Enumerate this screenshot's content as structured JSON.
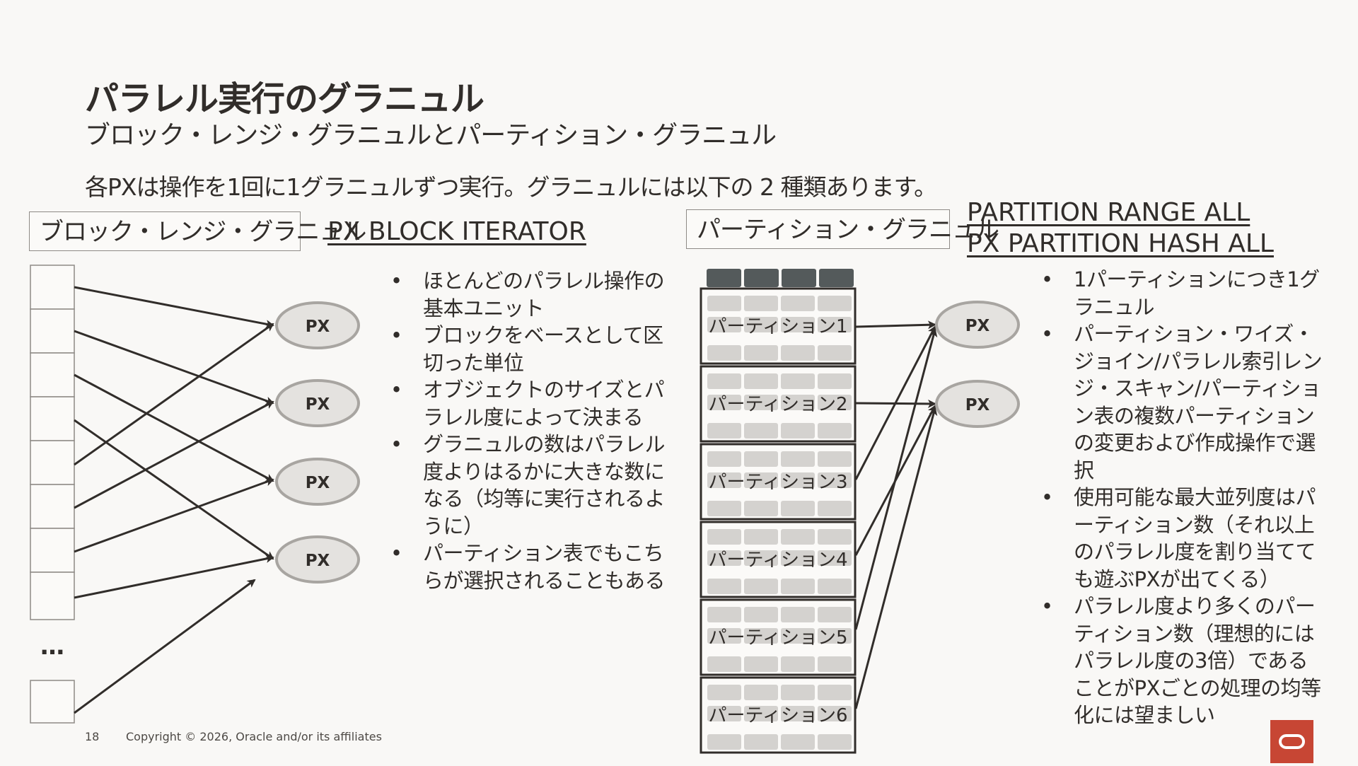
{
  "title": "パラレル実行のグラニュル",
  "subtitle": "ブロック・レンジ・グラニュルとパーティション・グラニュル",
  "intro": "各PXは操作を1回に1グラニュルずつ実行。グラニュルには以下の 2 種類あります。",
  "left_panel": {
    "box_label": "ブロック・レンジ・グラニュル",
    "iterator_label": "PX BLOCK ITERATOR",
    "ellipsis": "…",
    "px_label": "PX",
    "bullets": [
      "ほとんどのパラレル操作の基本ユニット",
      "ブロックをベースとして区切った単位",
      "オブジェクトのサイズとパラレル度によって決まる",
      "グラニュルの数はパラレル度よりはるかに大きな数になる（均等に実行されるように）",
      "パーティション表でもこちらが選択されることもある"
    ]
  },
  "right_panel": {
    "box_label": "パーティション・グラニュル",
    "iterator_label_1": "PARTITION RANGE ALL",
    "iterator_label_2": "PX PARTITION HASH ALL",
    "px_label": "PX",
    "partitions": [
      "パーティション1",
      "パーティション2",
      "パーティション3",
      "パーティション4",
      "パーティション5",
      "パーティション6"
    ],
    "bullets": [
      "1パーティションにつき1グラニュル",
      "パーティション・ワイズ・ジョイン/パラレル索引レンジ・スキャン/パーティション表の複数パーティションの変更および作成操作で選択",
      "使用可能な最大並列度はパーティション数（それ以上のパラレル度を割り当てても遊ぶPXが出てくる）",
      "パラレル度より多くのパーティション数（理想的にはパラレル度の3倍）であることがPXごとの処理の均等化には望ましい"
    ]
  },
  "footer": {
    "page_number": "18",
    "copyright": "Copyright © 2026, Oracle and/or its affiliates"
  },
  "colors": {
    "background": "#f9f8f6",
    "text": "#312d2a",
    "px_fill": "#e4e2df",
    "px_stroke": "#a8a5a1",
    "partition_block": "#d4d2cf",
    "partition_header": "#545a5b",
    "logo": "#c74634"
  }
}
